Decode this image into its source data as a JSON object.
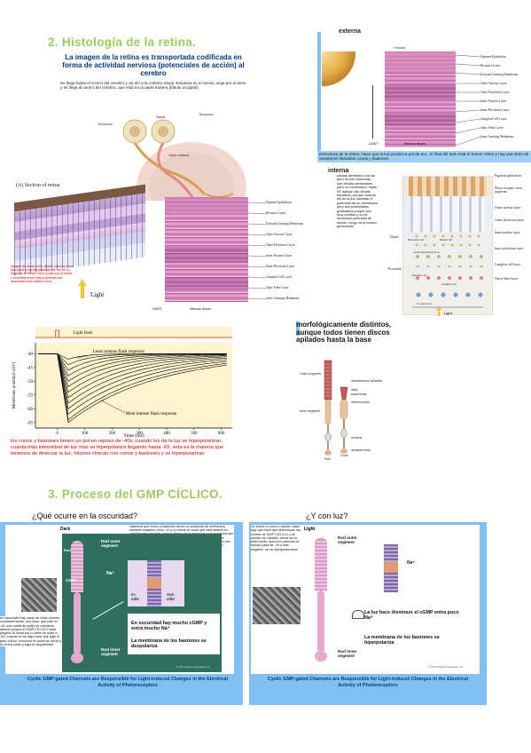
{
  "sec2_title": "2. Histología de la retina.",
  "sec3_title": "3. Proceso del GMP CÍCLICO.",
  "slide1": {
    "title": "La imagen de la retina es transportada codificada en forma de actividad nerviosa (potenciales de acción) al cerebro",
    "body": "Se llega hasta el tronco del cerebro y de ahí a la corteza visual. Empieza en el nervio, viaja por el axón y se llega al centro del cerebro, que está en la parte trasera (lóbulo occipital)",
    "labels": [
      "Temporal",
      "Nasal",
      "Temporal",
      "Optic chiasm"
    ]
  },
  "slide2": {
    "top": "externa",
    "top_label": "Choroid",
    "layers": [
      "Pigment Epithelium",
      "Receptor Layer",
      "External Limiting Membrane",
      "Outer Nuclear Layer",
      "Outer Plexiform Layer",
      "Inner Nuclear Layer",
      "Inner Plexiform Layer",
      "Ganglion Cell Layer",
      "Optic Fiber Layer",
      "Inner Limiting Membrane"
    ],
    "light": "LIGHT",
    "vitreous": "Vitreous Humor",
    "caption": "Estructura de la retina: Hace que la luz produzca pot de acc. Al final del todo está el humor vítreo y hay una serie de receptores llamados conos y bastones",
    "bottom": "interna"
  },
  "slide3": {
    "title": "(A)  Section of retina",
    "caption": "Imagen de cómo sería, desde cómo la vería (luz sería el ojo del principio por eso la luz llega por el humor vítreo y sale por la retina o constelaciones más profundas que atraviesan todo hasta el otro)",
    "light": "Light"
  },
  "slide4": {
    "layers": [
      "Pigment Epithelium",
      "Receptor Layer",
      "External Limiting Membrane",
      "Outer Nuclear Layer",
      "Outer Plexiform Layer",
      "Inner Nuclear Layer",
      "Inner Plexiform Layer",
      "Ganglion Cell Layer",
      "Optic Fiber Layer",
      "Inner Limiting Membrane"
    ],
    "light": "LIGHT",
    "vitreous": "Vitreous Humor"
  },
  "slide5": {
    "text": "células sensibles a la luz pero no son neuronas, son células sensoriales pero no neuronales, estos NT activan las células bipolares, porque cuando les da la luz cambian el potencial de su membrana pero son potenciales graduados porque son muy cortitos y no es necesario potencial de acción, luego va al núcleo geniculado",
    "labels_right": [
      "Pigment epithelium",
      "Photo-receptor outer segments",
      "Outer nuclear layer",
      "Outer plexiform layer",
      "Inner nuclear layer",
      "Inner plexiform layer",
      "Ganglion cell layer",
      "Nerve fiber layer"
    ],
    "labels_inner": [
      "Distal",
      "Proximal",
      "Horizontal cell",
      "Lateral information flow",
      "Bipolar cell",
      "Amacrine cell",
      "Ganglion cell",
      "To optic nerve"
    ],
    "light": "Light"
  },
  "chart": {
    "chart_data": {
      "type": "line",
      "title": "",
      "xlabel": "Time (ms)",
      "ylabel": "Membrane potential (mV)",
      "x_ticks": [
        0,
        100,
        200,
        300,
        400,
        500,
        600
      ],
      "y_ticks": [
        -40,
        -45,
        -50,
        -55,
        -60,
        -65
      ],
      "xlim": [
        -80,
        640
      ],
      "ylim": [
        -67,
        -36
      ],
      "annotations": [
        "Light flash",
        "Least intense flash response",
        "Most intense flash response"
      ],
      "series": [
        {
          "depth": -42
        },
        {
          "depth": -44
        },
        {
          "depth": -46
        },
        {
          "depth": -48
        },
        {
          "depth": -50
        },
        {
          "depth": -52
        },
        {
          "depth": -54
        },
        {
          "depth": -56
        },
        {
          "depth": -58
        },
        {
          "depth": -60
        },
        {
          "depth": -62
        },
        {
          "depth": -64
        },
        {
          "depth": -65
        }
      ]
    },
    "caption": "los conos y bastones tienen un pot en reposo de -40v, cuando les da la luz se hiperpolarizan, cuanta más intensidad de luz más se hiperpolariza llegando hasta -65, esta es la manera que tenemos de detectar la luz, fotones chocan con conos y bastones y se hiperpolarizan"
  },
  "slide6": {
    "title": "morfológicamente distintos, aunque todos tienen discos apilados hasta la base",
    "labels": [
      "Outer segment",
      "Inner segment",
      "membranous lamellae",
      "stalk",
      "basal body",
      "mitochondria",
      "nucleus",
      "synaptic body",
      "Rod",
      "Cone"
    ]
  },
  "dark": {
    "question": "¿Qué ocurre en la oscuridad?",
    "header": "Dark",
    "top_text": "sabemos que conos y bastones tienen un potencial de membrana bastante negativo como -40 y un canal de sodio que está abierto en condiciones normales porque dentro de la célula hay una sustancia que se llama GMP CÍCLICO, molécula de señalización, que mantiene abierto el canal porque se pega, entra sodio y se despolariza, por eso tenemos -40 mV. El GMP cíclico hace que se mantenga, por eso tenemos -40 mV, hay ciertas permeabilidad al sodio",
    "left_text": "en oscuridad hay canal de sodio abierto constantemente, eso hace que esté en -40; ese canal de sodio se mantiene abierto porque el GMP CÍCLICO está pegado al canal por lo tanto se sube a -40; cuando le luz algo hace que baje el gmp cíclico, entonces el canal se cierra y no entra sodio y baja la negatividad",
    "rod_outer": "Rod outer segment",
    "rod_inner": "Rod inner segment",
    "rod": "Rod",
    "cgmp": "cGMP",
    "na": "Na⁺",
    "inside": "In-side",
    "outside": "Out-side",
    "text1": "En oscuridad hay mucho cGMP y entra mucho Na⁺",
    "text2": "La membrana de los bastones se despolariza",
    "footer": "Cyclic GMP-gated Channels are Responsible for Light-induced Changes in the Electrical Activity of Photoreceptors",
    "copyright": "© 2001 Sinauer Associates, Inc."
  },
  "light": {
    "question": "¿Y con luz?",
    "header": "Light",
    "top_text": "luz incide en cono o bastón: pasa algo que hace que disminuyan los niveles de GMP CÍCLICO y se cierran los canales, ahora ya no entra sodio, ahora el potencial de reposo pasa de -40 a más negativo, se va hiperpolarizando",
    "rod_outer": "Rod outer segment",
    "rod_inner": "Rod inner segment",
    "na": "Na⁺",
    "text1": "La luz hace disminuir el cGMP entra poco Na⁺",
    "text2": "La membrana de los bastones se hiperpolariza",
    "footer": "Cyclic GMP-gated Channels are Responsible for Light-induced Changes in the Electrical Activity of Photoreceptors",
    "copyright": "© 2001 Sinauer Associates, Inc."
  },
  "colors": {
    "heading": "#9acd5a",
    "frame_blue": "#7fc0f0",
    "dark_green": "#2f6f5f",
    "rod_pink": "#e6a8cf",
    "stain_purple": "#b4509a",
    "stain_pink": "#e8a9d2",
    "red_text": "#cc0000"
  }
}
